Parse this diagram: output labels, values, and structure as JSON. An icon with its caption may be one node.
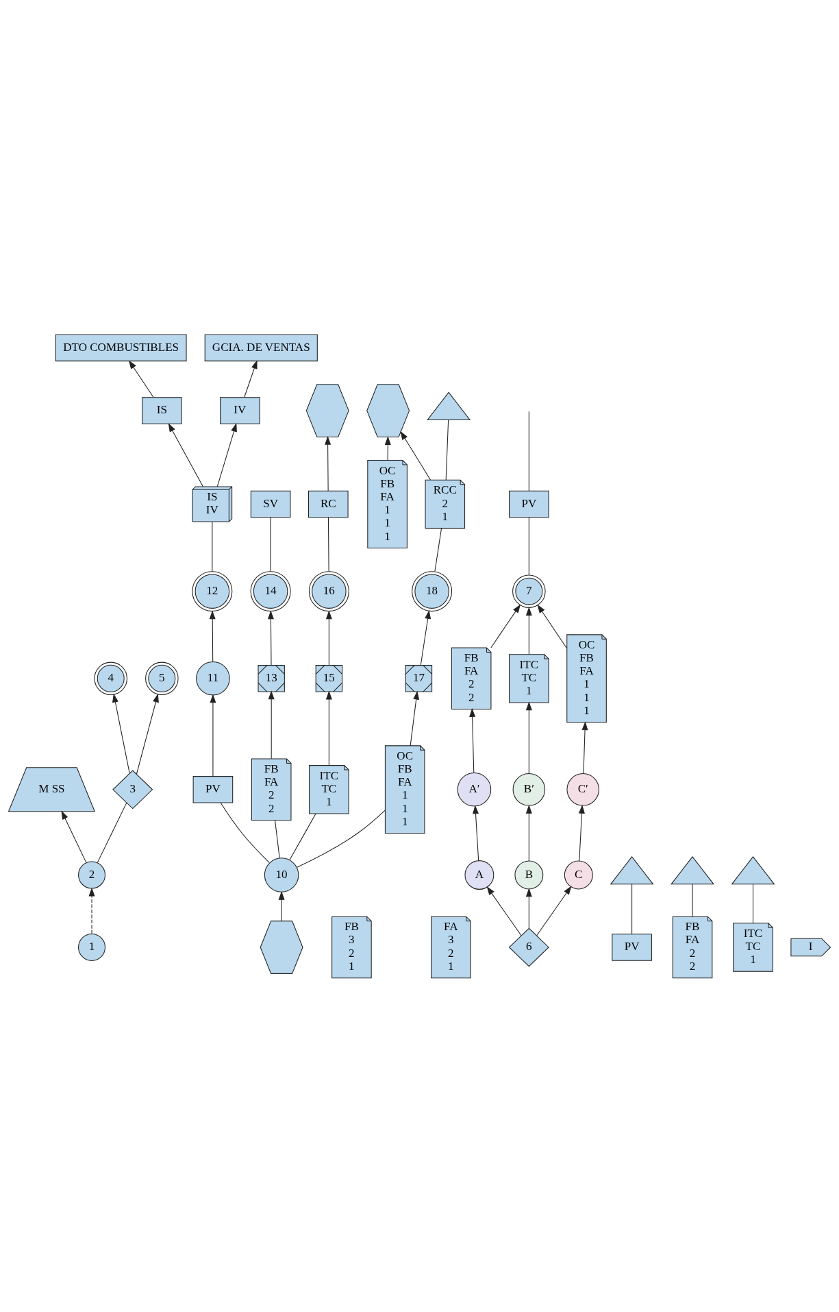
{
  "diagram": {
    "nodes": [
      {
        "text": [
          "1"
        ]
      },
      {
        "text": [
          "M SS"
        ]
      },
      {
        "text": [],
        "shape": "hexagon"
      },
      {
        "text": [
          "2"
        ]
      },
      {
        "text": [
          "3"
        ]
      },
      {
        "text": [
          "4"
        ]
      },
      {
        "text": [
          "5"
        ]
      },
      {
        "text": [
          "FB",
          "3",
          "2",
          "1"
        ]
      },
      {
        "text": [
          "FA",
          "3",
          "2",
          "1"
        ]
      },
      {
        "text": [
          "6"
        ]
      },
      {
        "text": [
          "A"
        ]
      },
      {
        "text": [
          "B"
        ]
      },
      {
        "text": [
          "C"
        ]
      },
      {
        "text": [
          "A′"
        ]
      },
      {
        "text": [
          "B′"
        ]
      },
      {
        "text": [
          "C′"
        ]
      },
      {
        "text": [
          "FB",
          "FA",
          "2",
          "2"
        ]
      },
      {
        "text": [
          "ITC",
          "TC",
          "1"
        ]
      },
      {
        "text": [
          "OC",
          "FB",
          "FA",
          "1",
          "1",
          "1"
        ]
      },
      {
        "text": [
          "7"
        ]
      },
      {
        "text": [
          "PV"
        ]
      },
      {
        "text": [],
        "shape": "hexagon"
      },
      {
        "text": [
          "10"
        ]
      },
      {
        "text": [
          "PV"
        ]
      },
      {
        "text": [
          "FB",
          "FA",
          "2",
          "2"
        ]
      },
      {
        "text": [
          "ITC",
          "TC",
          "1"
        ]
      },
      {
        "text": [],
        "shape": "hexagon"
      },
      {
        "text": [
          "OC",
          "FB",
          "FA",
          "1",
          "1",
          "1"
        ]
      },
      {
        "text": [
          "11"
        ]
      },
      {
        "text": [
          "12"
        ]
      },
      {
        "text": [
          "13"
        ]
      },
      {
        "text": [
          "14"
        ]
      },
      {
        "text": [
          "15"
        ]
      },
      {
        "text": [
          "16"
        ]
      },
      {
        "text": [
          "SV"
        ]
      },
      {
        "text": [
          "IS",
          "IV"
        ]
      },
      {
        "text": [
          "RC"
        ]
      },
      {
        "text": [
          "PV"
        ]
      },
      {
        "text": [
          "FB",
          "FA",
          "2",
          "2"
        ]
      },
      {
        "text": [
          "ITC",
          "TC",
          "1"
        ]
      },
      {
        "text": [],
        "shape": "triangle"
      },
      {
        "text": [],
        "shape": "triangle"
      },
      {
        "text": [],
        "shape": "triangle"
      },
      {
        "text": [
          "17"
        ]
      },
      {
        "text": [
          "18"
        ]
      },
      {
        "text": [
          "RCC",
          "2",
          "1"
        ]
      },
      {
        "text": [
          "OC",
          "FB",
          "FA",
          "1",
          "1",
          "1"
        ]
      },
      {
        "text": [],
        "shape": "triangle"
      },
      {
        "text": [
          "IS"
        ]
      },
      {
        "text": [
          "DTO COMBUSTIBLES"
        ]
      },
      {
        "text": [
          "I"
        ]
      },
      {
        "text": [
          "IV"
        ]
      },
      {
        "text": [
          "GCIA. DE VENTAS"
        ]
      }
    ],
    "edges": [
      {
        "from": 0,
        "to": 3,
        "arrow": "to",
        "style": "dashed"
      },
      {
        "from": 3,
        "to": 4,
        "arrow": "none"
      },
      {
        "from": 3,
        "to": 1,
        "arrow": "to"
      },
      {
        "from": 4,
        "to": 5,
        "arrow": "to"
      },
      {
        "from": 4,
        "to": 6,
        "arrow": "to"
      },
      {
        "from": 9,
        "to": 10,
        "arrow": "to"
      },
      {
        "from": 9,
        "to": 11,
        "arrow": "to"
      },
      {
        "from": 9,
        "to": 12,
        "arrow": "to"
      },
      {
        "from": 10,
        "to": 13,
        "arrow": "to"
      },
      {
        "from": 11,
        "to": 14,
        "arrow": "to"
      },
      {
        "from": 12,
        "to": 15,
        "arrow": "to"
      },
      {
        "from": 13,
        "to": 16,
        "arrow": "to"
      },
      {
        "from": 14,
        "to": 17,
        "arrow": "to"
      },
      {
        "from": 15,
        "to": 18,
        "arrow": "to"
      },
      {
        "from": 16,
        "to": 19,
        "arrow": "to"
      },
      {
        "from": 17,
        "to": 19,
        "arrow": "to"
      },
      {
        "from": 18,
        "to": 19,
        "arrow": "to"
      },
      {
        "from": 19,
        "to": 20,
        "arrow": "none"
      },
      {
        "from": 20,
        "to": null,
        "arrow": "none"
      },
      {
        "from": 21,
        "to": 22,
        "arrow": "to"
      },
      {
        "from": 22,
        "to": 23,
        "arrow": "none"
      },
      {
        "from": 22,
        "to": 24,
        "arrow": "none"
      },
      {
        "from": 22,
        "to": 25,
        "arrow": "none"
      },
      {
        "from": 22,
        "to": 27,
        "arrow": "none"
      },
      {
        "from": 23,
        "to": 28,
        "arrow": "to"
      },
      {
        "from": 24,
        "to": 30,
        "arrow": "to"
      },
      {
        "from": 25,
        "to": 32,
        "arrow": "to"
      },
      {
        "from": 28,
        "to": 29,
        "arrow": "to"
      },
      {
        "from": 29,
        "to": 35,
        "arrow": "none"
      },
      {
        "from": 30,
        "to": 31,
        "arrow": "to"
      },
      {
        "from": 31,
        "to": 34,
        "arrow": "none"
      },
      {
        "from": 32,
        "to": 33,
        "arrow": "to"
      },
      {
        "from": 33,
        "to": 36,
        "arrow": "none"
      },
      {
        "from": 36,
        "to": 26,
        "arrow": "to"
      },
      {
        "from": 35,
        "to": 48,
        "arrow": "to"
      },
      {
        "from": 35,
        "to": 51,
        "arrow": "to"
      },
      {
        "from": 37,
        "to": 40,
        "arrow": "none"
      },
      {
        "from": 38,
        "to": 41,
        "arrow": "none"
      },
      {
        "from": 39,
        "to": 42,
        "arrow": "none"
      },
      {
        "from": 27,
        "to": 43,
        "arrow": "to"
      },
      {
        "from": 43,
        "to": 44,
        "arrow": "to"
      },
      {
        "from": 44,
        "to": 45,
        "arrow": "none"
      },
      {
        "from": 45,
        "to": 47,
        "arrow": "none"
      },
      {
        "from": 45,
        "to": 2,
        "arrow": "to"
      },
      {
        "from": 46,
        "to": 2,
        "arrow": "to"
      },
      {
        "from": 48,
        "to": 49,
        "arrow": "to"
      },
      {
        "from": 51,
        "to": 52,
        "arrow": "to"
      }
    ]
  }
}
